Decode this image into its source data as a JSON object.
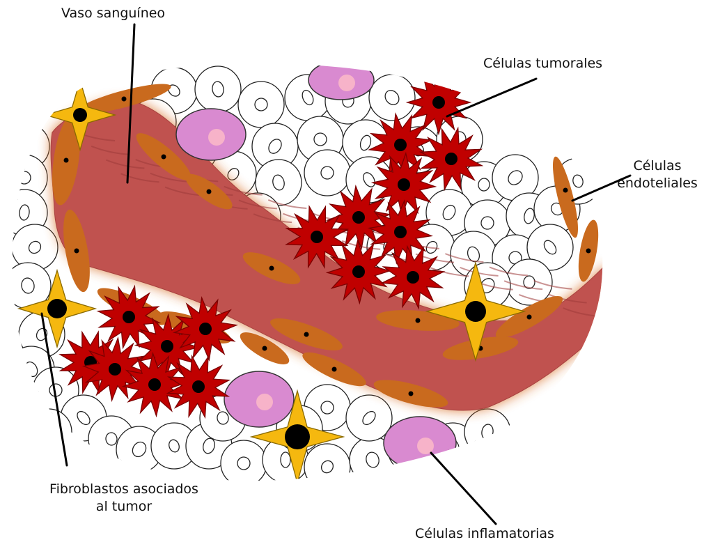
{
  "labels": {
    "blood_vessel": "Vaso sanguíneo",
    "tumor_cells": "Células tumorales",
    "endothelial_cells_line1": "Células",
    "endothelial_cells_line2": "endoteliales",
    "caf_line1": "Fibroblastos asociados",
    "caf_line2": "al tumor",
    "inflammatory_cells": "Células inflamatorias"
  },
  "colors": {
    "vessel": "#c0524f",
    "vessel_glow": "#d9722a",
    "endothelial": "#c96a1e",
    "tumor_cell": "#c00000",
    "tumor_outline": "#7a0000",
    "fibroblast": "#f5b80f",
    "fibroblast_outline": "#8a6a00",
    "inflammatory": "#d98ad0",
    "inflammatory_nucleus": "#f7b3c9",
    "nucleus": "#000000",
    "normal_cell_outline": "#222222",
    "background_cell": "#ffffff"
  }
}
